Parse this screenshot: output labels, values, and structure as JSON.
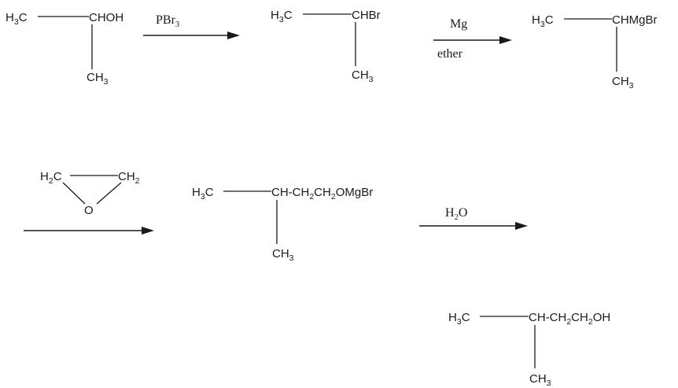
{
  "molecules": {
    "isopropanol": {
      "left": "H",
      "left_sub": "3",
      "left_tail": "C",
      "right": "CHOH",
      "bottom": "CH",
      "bottom_sub": "3"
    },
    "isopropyl_bromide": {
      "left": "H",
      "left_sub": "3",
      "left_tail": "C",
      "right": "CHBr",
      "bottom": "CH",
      "bottom_sub": "3"
    },
    "grignard": {
      "left": "H",
      "left_sub": "3",
      "left_tail": "C",
      "right": "CHMgBr",
      "bottom": "CH",
      "bottom_sub": "3"
    },
    "alkoxide": {
      "left": "H",
      "left_sub": "3",
      "left_tail": "C",
      "r1": "CH-CH",
      "r1_sub": "2",
      "r2": "CH",
      "r2_sub": "2",
      "r3": "OMgBr",
      "bottom": "CH",
      "bottom_sub": "3"
    },
    "product": {
      "left": "H",
      "left_sub": "3",
      "left_tail": "C",
      "r1": "CH-CH",
      "r1_sub": "2",
      "r2": "CH",
      "r2_sub": "2",
      "r3": "OH",
      "bottom": "CH",
      "bottom_sub": "3"
    },
    "epoxide": {
      "c1": "H",
      "c1_sub": "2",
      "c1_tail": "C",
      "c2": "CH",
      "c2_sub": "2",
      "o": "O"
    }
  },
  "reagents": {
    "step1": {
      "main": "PBr",
      "sub": "3"
    },
    "step2": {
      "top": "Mg",
      "bottom": "ether"
    },
    "step4": {
      "main": "H",
      "sub": "2",
      "tail": "O"
    }
  }
}
